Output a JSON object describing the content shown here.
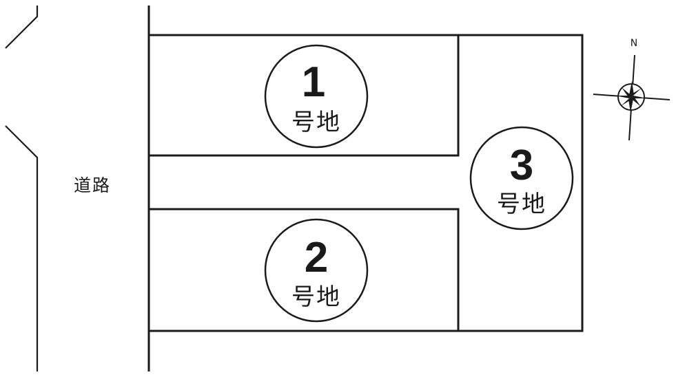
{
  "road": {
    "label": "道路"
  },
  "compass": {
    "north_label": "N"
  },
  "lots": [
    {
      "number": "1",
      "suffix": "号地"
    },
    {
      "number": "2",
      "suffix": "号地"
    },
    {
      "number": "3",
      "suffix": "号地"
    }
  ],
  "colors": {
    "line": "#1a1a1a",
    "background": "#ffffff"
  }
}
